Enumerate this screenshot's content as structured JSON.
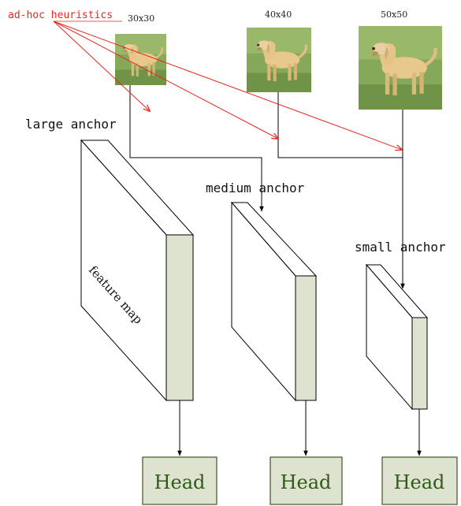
{
  "annotation": {
    "text": "ad-hoc heuristics",
    "color": "#e8271d"
  },
  "images": [
    {
      "label": "30x30"
    },
    {
      "label": "40x40"
    },
    {
      "label": "50x50"
    }
  ],
  "anchors": {
    "large": "large anchor",
    "medium": "medium anchor",
    "small": "small anchor"
  },
  "feature_map_label": "feature map",
  "heads": [
    "Head",
    "Head",
    "Head"
  ],
  "colors": {
    "head_fill": "#dde3cf",
    "head_border": "#3a5a24",
    "head_text": "#2f5a1a",
    "map_side": "#dde3cf",
    "line": "#000000",
    "arrow_red": "#e8271d"
  }
}
